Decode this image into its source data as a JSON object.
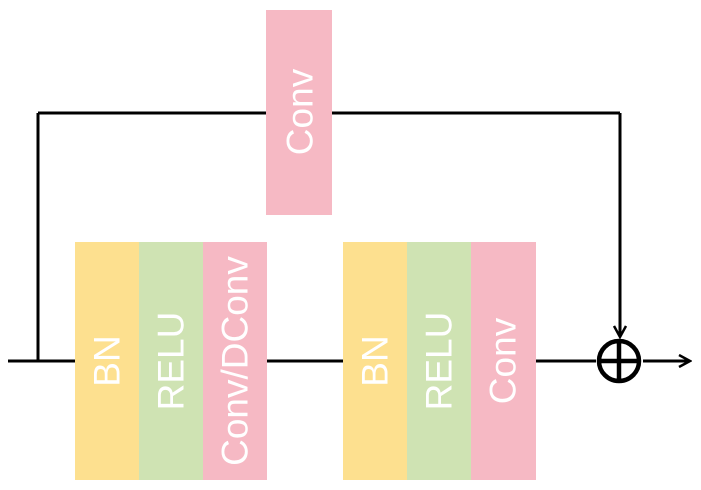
{
  "colors": {
    "bn": "#fde08f",
    "relu": "#cfe3b3",
    "conv": "#f6b9c4",
    "line": "#000000",
    "text": "#ffffff"
  },
  "shortcut": {
    "conv_label": "Conv"
  },
  "block1": {
    "bn_label": "BN",
    "relu_label": "RELU",
    "conv_label": "Conv/DConv"
  },
  "block2": {
    "bn_label": "BN",
    "relu_label": "RELU",
    "conv_label": "Conv"
  },
  "sum_symbol": "⊕"
}
